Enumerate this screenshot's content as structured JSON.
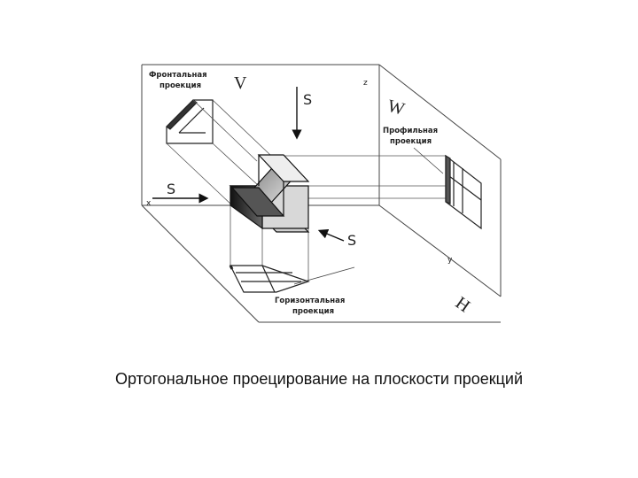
{
  "figure": {
    "frontal_label_1": "Фронтальная",
    "frontal_label_2": "проекция",
    "profile_label_1": "Профильная",
    "profile_label_2": "проекция",
    "horizontal_label_1": "Горизонтальная",
    "horizontal_label_2": "проекция",
    "plane_v": "V",
    "plane_w": "W",
    "plane_h": "H",
    "axis_x": "x",
    "axis_y": "y",
    "axis_z": "z",
    "direction_label": "S"
  },
  "caption": "Ортогональное проецирование на плоскости проекций"
}
